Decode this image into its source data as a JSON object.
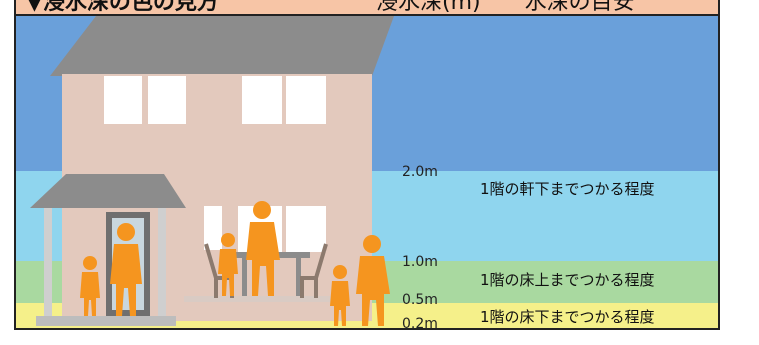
{
  "header": {
    "title": "▼浸水深の色の見方",
    "right_title": "浸水深(m)　　水深の目安"
  },
  "levels": [
    {
      "value": "2.0m",
      "caption": "1階の軒下までつかる程度",
      "color": "#8fd5ee"
    },
    {
      "value": "1.0m",
      "caption": "1階の床上までつかる程度",
      "color": "#a9d9a0"
    },
    {
      "value": "0.5m",
      "caption": "1階の床下までつかる程度",
      "color": "#f5f08a"
    },
    {
      "value": "0.2m",
      "caption": "",
      "color": ""
    }
  ],
  "colors": {
    "deep": "#6aa0da",
    "figure": "#f5951f",
    "house_wall": "#e3c9bd",
    "roof": "#8c8c8c"
  }
}
